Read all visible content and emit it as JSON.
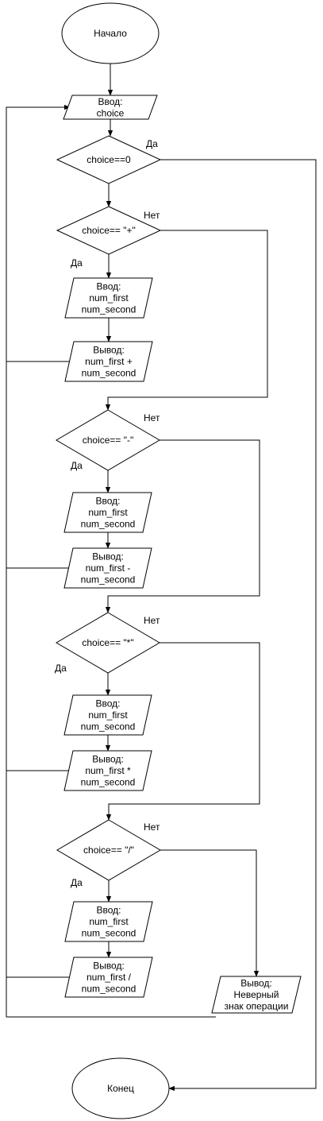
{
  "nodes": [
    {
      "id": "start",
      "kind": "terminator",
      "lines": [
        "Начало"
      ]
    },
    {
      "id": "input_choice",
      "kind": "io",
      "lines": [
        "Ввод:",
        "choice"
      ]
    },
    {
      "id": "dec_zero",
      "kind": "decision",
      "lines": [
        "choice==0"
      ]
    },
    {
      "id": "dec_plus",
      "kind": "decision",
      "lines": [
        "choice== \"+\""
      ]
    },
    {
      "id": "in_plus",
      "kind": "io",
      "lines": [
        "Ввод:",
        "num_first",
        "num_second"
      ]
    },
    {
      "id": "out_plus",
      "kind": "io",
      "lines": [
        "Вывод:",
        "num_first +",
        "num_second"
      ]
    },
    {
      "id": "dec_minus",
      "kind": "decision",
      "lines": [
        "choice== \"-\""
      ]
    },
    {
      "id": "in_minus",
      "kind": "io",
      "lines": [
        "Ввод:",
        "num_first",
        "num_second"
      ]
    },
    {
      "id": "out_minus",
      "kind": "io",
      "lines": [
        "Вывод:",
        "num_first -",
        "num_second"
      ]
    },
    {
      "id": "dec_mul",
      "kind": "decision",
      "lines": [
        "choice== \"*\""
      ]
    },
    {
      "id": "in_mul",
      "kind": "io",
      "lines": [
        "Ввод:",
        "num_first",
        "num_second"
      ]
    },
    {
      "id": "out_mul",
      "kind": "io",
      "lines": [
        "Вывод:",
        "num_first *",
        "num_second"
      ]
    },
    {
      "id": "dec_div",
      "kind": "decision",
      "lines": [
        "choice== \"/\""
      ]
    },
    {
      "id": "in_div",
      "kind": "io",
      "lines": [
        "Ввод:",
        "num_first",
        "num_second"
      ]
    },
    {
      "id": "out_div",
      "kind": "io",
      "lines": [
        "Вывод:",
        "num_first /",
        "num_second"
      ]
    },
    {
      "id": "out_error",
      "kind": "io",
      "lines": [
        "Вывод:",
        "Неверный",
        "знак операции"
      ]
    },
    {
      "id": "end",
      "kind": "terminator",
      "lines": [
        "Конец"
      ]
    }
  ],
  "edge_labels": [
    {
      "id": "yes_zero",
      "text": "Да"
    },
    {
      "id": "no_plus",
      "text": "Нет"
    },
    {
      "id": "yes_plus",
      "text": "Да"
    },
    {
      "id": "no_minus",
      "text": "Нет"
    },
    {
      "id": "yes_minus",
      "text": "Да"
    },
    {
      "id": "no_mul",
      "text": "Нет"
    },
    {
      "id": "yes_mul",
      "text": "Да"
    },
    {
      "id": "no_div",
      "text": "Нет"
    },
    {
      "id": "yes_div",
      "text": "Да"
    }
  ]
}
